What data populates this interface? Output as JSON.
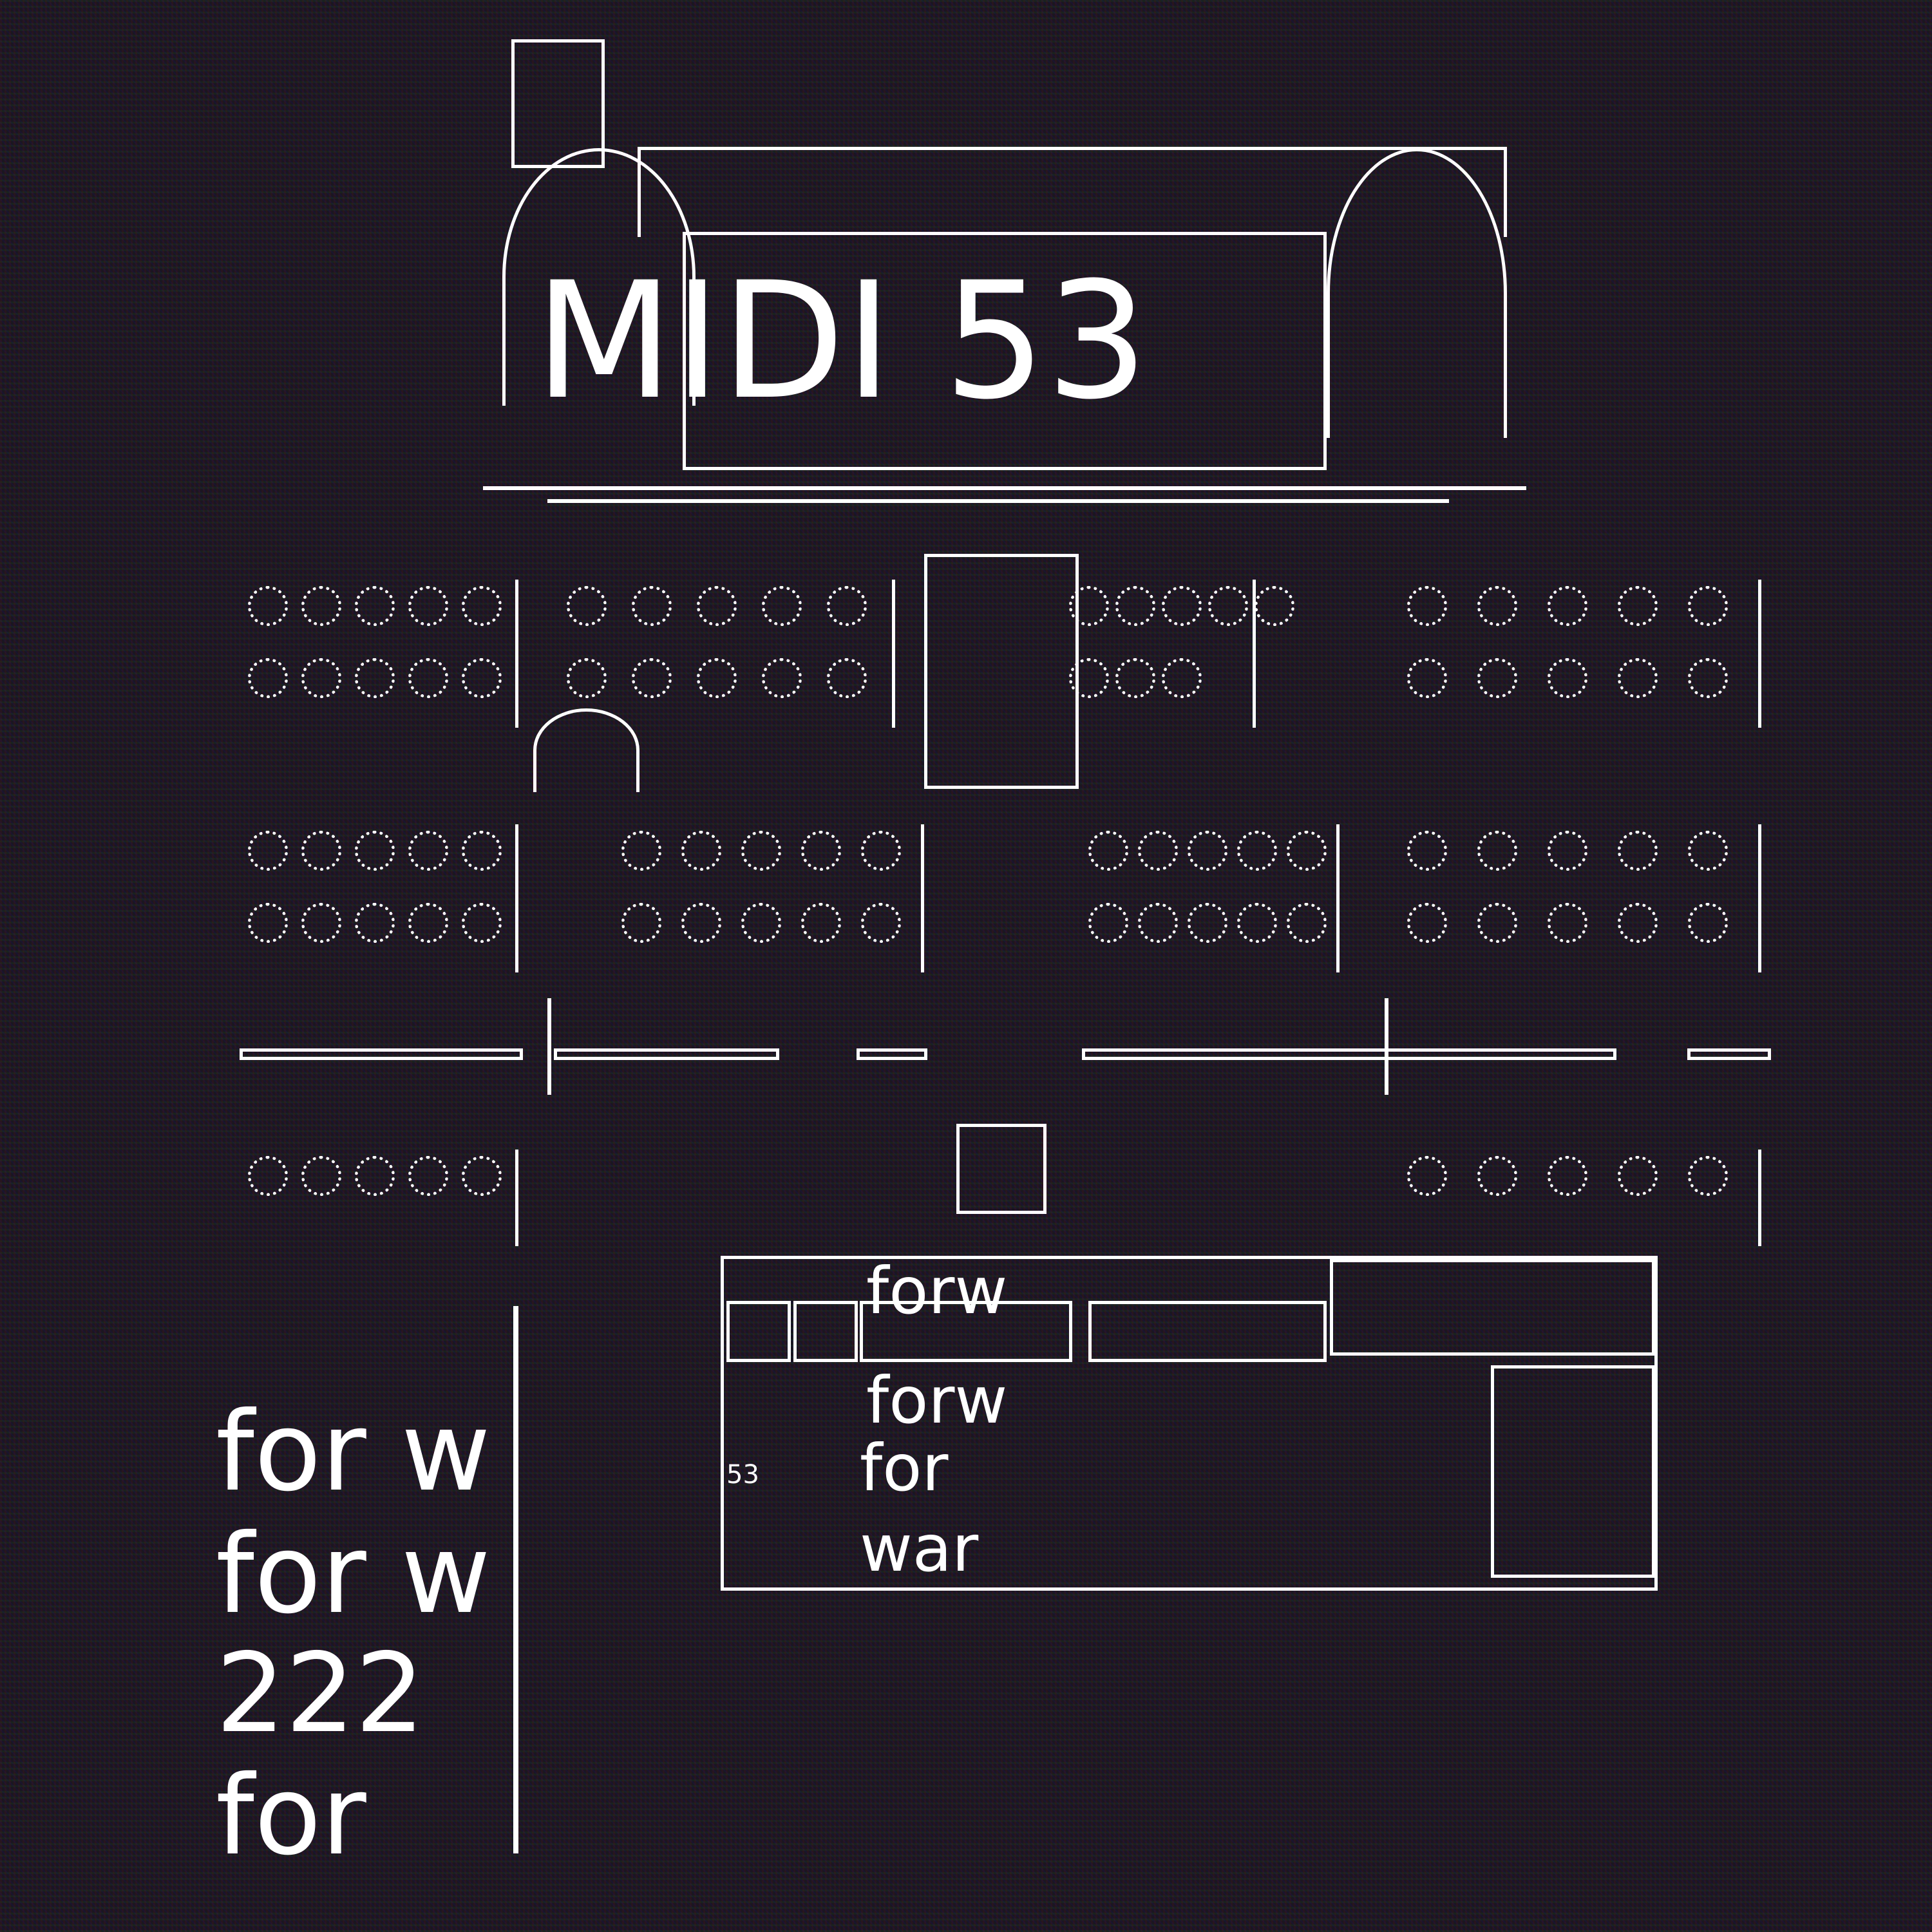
{
  "header": {
    "title": "MIDI 53"
  },
  "left_text": {
    "lines": [
      "for w",
      "for w",
      "222",
      "for"
    ]
  },
  "panel": {
    "lines": [
      "forw",
      "forw",
      "for",
      "war"
    ],
    "side_number": "53"
  },
  "colors": {
    "background": "#1b1620",
    "stroke": "#ffffff"
  }
}
